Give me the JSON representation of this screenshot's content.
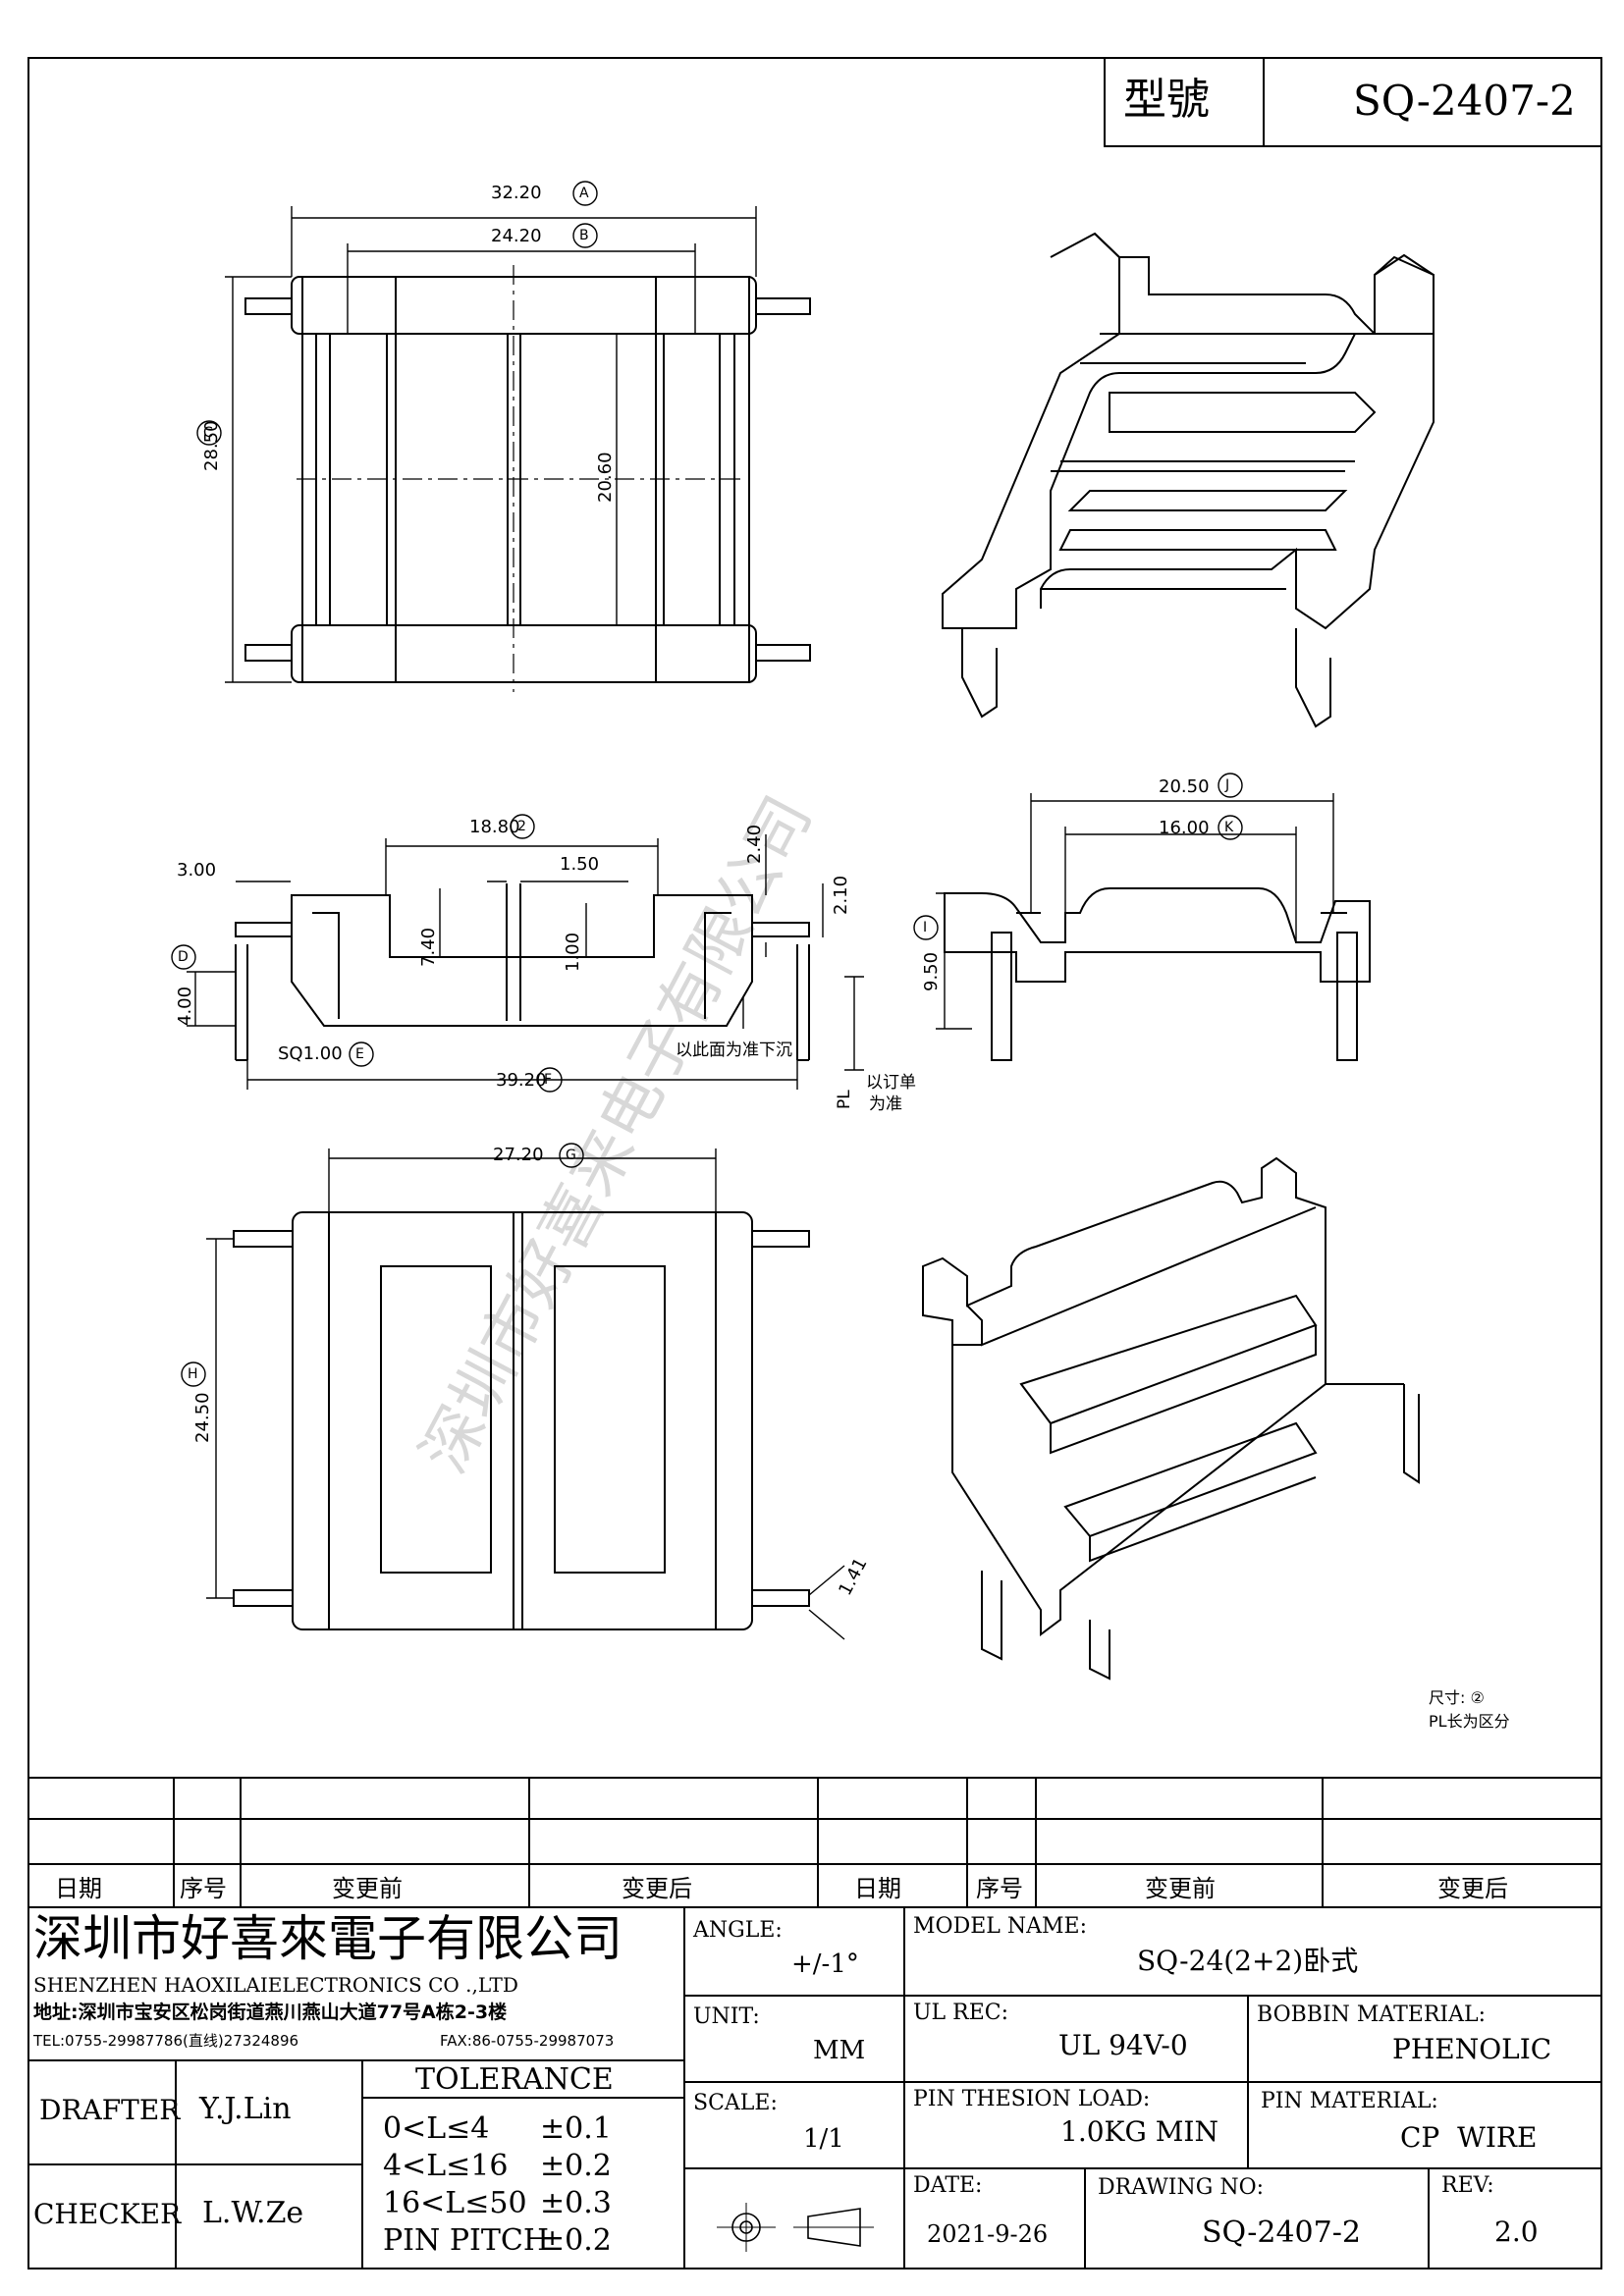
{
  "header": {
    "model_label": "型號",
    "model_value": "SQ-2407-2"
  },
  "dims_top": {
    "a": "32.20",
    "a_tag": "A",
    "b": "24.20",
    "b_tag": "B",
    "c": "28.50",
    "c_tag": "C",
    "inner_h": "20.60"
  },
  "dims_side": {
    "d2": "18.80",
    "d2_tag": "2",
    "w300": "3.00",
    "w150": "1.50",
    "h240": "2.40",
    "h210": "2.10",
    "h740": "7.40",
    "h100": "1.00",
    "h400": "4.00",
    "d_tag": "D",
    "sq": "SQ1.00",
    "e_tag": "E",
    "f": "39.20",
    "f_tag": "F",
    "note_sink": "以此面为准下沉",
    "pl": "PL",
    "note_order1": "以订单",
    "note_order2": "为准"
  },
  "dims_end": {
    "j": "20.50",
    "j_tag": "J",
    "k": "16.00",
    "k_tag": "K",
    "i": "9.50",
    "i_tag": "I"
  },
  "dims_bottom": {
    "g": "27.20",
    "g_tag": "G",
    "h": "24.50",
    "h_tag": "H",
    "pin": "1.41"
  },
  "notes": {
    "size": "尺寸: ②",
    "pl_note": "PL长为区分"
  },
  "watermark": "深圳市好喜来电子有限公司",
  "revision_table": {
    "headers": [
      "日期",
      "序号",
      "变更前",
      "变更后",
      "日期",
      "序号",
      "变更前",
      "变更后"
    ]
  },
  "company": {
    "name_cn": "深圳市好喜來電子有限公司",
    "name_en": "SHENZHEN HAOXILAIELECTRONICS CO .,LTD",
    "address": "地址:深圳市宝安区松岗街道燕川燕山大道77号A栋2-3楼",
    "tel": "TEL:0755-29987786(直线)27324896",
    "fax": "FAX:86-0755-29987073"
  },
  "title_block": {
    "angle_label": "ANGLE:",
    "angle_value": "+/-1°",
    "model_name_label": "MODEL NAME:",
    "model_name_value": "SQ-24(2+2)卧式",
    "unit_label": "UNIT:",
    "unit_value": "MM",
    "ul_label": "UL REC:",
    "ul_value": "UL 94V-0",
    "bobbin_label": "BOBBIN MATERIAL:",
    "bobbin_value": "PHENOLIC",
    "scale_label": "SCALE:",
    "scale_value": "1/1",
    "pin_load_label": "PIN THESION LOAD:",
    "pin_load_value": "1.0KG MIN",
    "pin_mat_label": "PIN MATERIAL:",
    "pin_mat_value": "CP  WIRE",
    "date_label": "DATE:",
    "date_value": "2021-9-26",
    "drawing_no_label": "DRAWING NO:",
    "drawing_no_value": "SQ-2407-2",
    "rev_label": "REV:",
    "rev_value": "2.0",
    "drafter_label": "DRAFTER",
    "drafter_value": "Y.J.Lin",
    "checker_label": "CHECKER",
    "checker_value": "L.W.Ze",
    "tolerance_label": "TOLERANCE",
    "tol_rows": [
      {
        "range": "0<L≤4",
        "val": "±0.1"
      },
      {
        "range": "4<L≤16",
        "val": "±0.2"
      },
      {
        "range": "16<L≤50",
        "val": "±0.3"
      },
      {
        "range": "PIN PITCH",
        "val": "±0.2"
      }
    ]
  }
}
